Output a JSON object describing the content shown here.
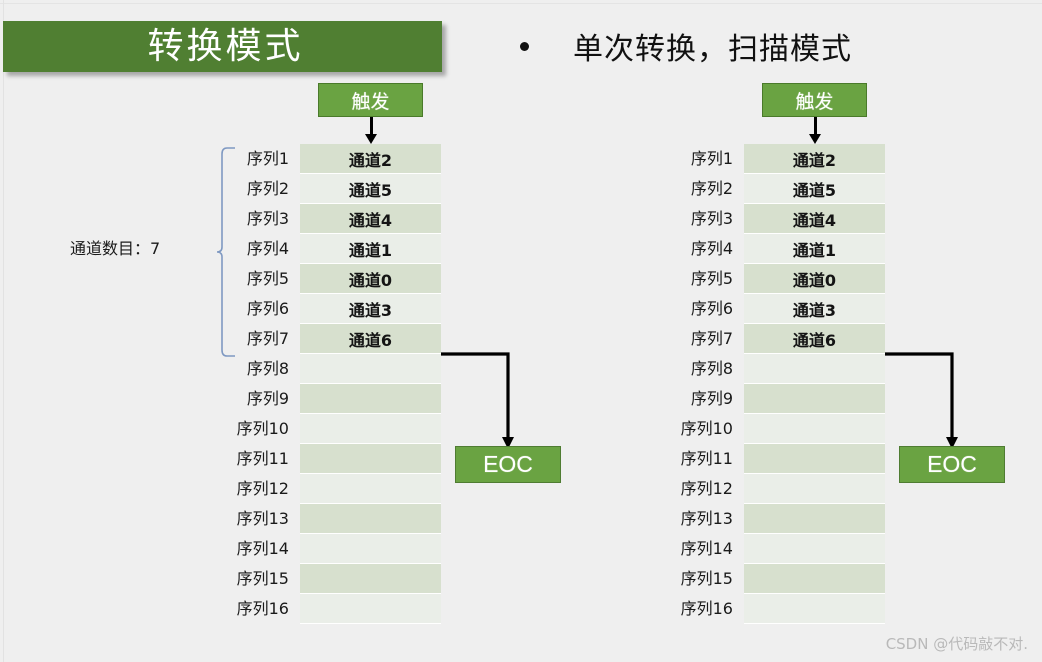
{
  "slide": {
    "title": "转换模式",
    "bullet": "单次转换，扫描模式",
    "bullet_marker": "bullet-dot",
    "background_color": "#efefef",
    "title_bar_color": "#507f32",
    "title_text_color": "#ffffff"
  },
  "colors": {
    "accent_green": "#6aa342",
    "dark_green": "#507f32",
    "row_shade_dark": "#d7e0ce",
    "row_shade_light": "#eaeee8",
    "bracket_blue": "#7f99c2",
    "arrow_black": "#000000"
  },
  "diagrams": [
    {
      "id": "left-diagram",
      "trigger_label": "触发",
      "eoc_label": "EOC",
      "channel_count_label": "通道数目：7",
      "show_bracket": true,
      "bracket_span_rows": 7,
      "rows": [
        {
          "sequence": "序列1",
          "channel": "通道2"
        },
        {
          "sequence": "序列2",
          "channel": "通道5"
        },
        {
          "sequence": "序列3",
          "channel": "通道4"
        },
        {
          "sequence": "序列4",
          "channel": "通道1"
        },
        {
          "sequence": "序列5",
          "channel": "通道0"
        },
        {
          "sequence": "序列6",
          "channel": "通道3"
        },
        {
          "sequence": "序列7",
          "channel": "通道6"
        },
        {
          "sequence": "序列8",
          "channel": ""
        },
        {
          "sequence": "序列9",
          "channel": ""
        },
        {
          "sequence": "序列10",
          "channel": ""
        },
        {
          "sequence": "序列11",
          "channel": ""
        },
        {
          "sequence": "序列12",
          "channel": ""
        },
        {
          "sequence": "序列13",
          "channel": ""
        },
        {
          "sequence": "序列14",
          "channel": ""
        },
        {
          "sequence": "序列15",
          "channel": ""
        },
        {
          "sequence": "序列16",
          "channel": ""
        }
      ]
    },
    {
      "id": "right-diagram",
      "trigger_label": "触发",
      "eoc_label": "EOC",
      "channel_count_label": "",
      "show_bracket": false,
      "bracket_span_rows": 0,
      "rows": [
        {
          "sequence": "序列1",
          "channel": "通道2"
        },
        {
          "sequence": "序列2",
          "channel": "通道5"
        },
        {
          "sequence": "序列3",
          "channel": "通道4"
        },
        {
          "sequence": "序列4",
          "channel": "通道1"
        },
        {
          "sequence": "序列5",
          "channel": "通道0"
        },
        {
          "sequence": "序列6",
          "channel": "通道3"
        },
        {
          "sequence": "序列7",
          "channel": "通道6"
        },
        {
          "sequence": "序列8",
          "channel": ""
        },
        {
          "sequence": "序列9",
          "channel": ""
        },
        {
          "sequence": "序列10",
          "channel": ""
        },
        {
          "sequence": "序列11",
          "channel": ""
        },
        {
          "sequence": "序列12",
          "channel": ""
        },
        {
          "sequence": "序列13",
          "channel": ""
        },
        {
          "sequence": "序列14",
          "channel": ""
        },
        {
          "sequence": "序列15",
          "channel": ""
        },
        {
          "sequence": "序列16",
          "channel": ""
        }
      ]
    }
  ],
  "watermark": "CSDN @代码敲不对."
}
